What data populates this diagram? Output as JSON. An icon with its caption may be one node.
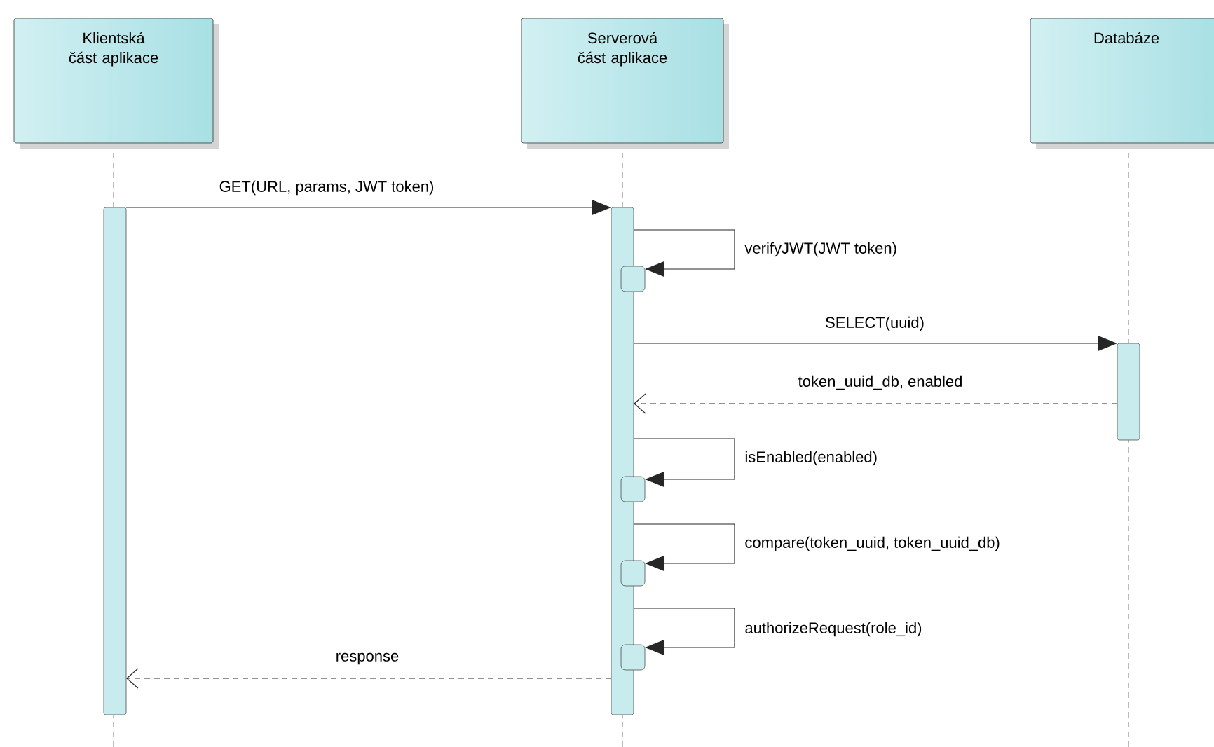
{
  "diagram": {
    "nodes": [
      {
        "text": [
          "Klientská část aplikace"
        ]
      },
      {
        "text": [
          "Serverová část aplikace"
        ]
      },
      {
        "text": [
          "Databáze"
        ]
      },
      {
        "text": [],
        "shape": "bar"
      },
      {
        "text": [],
        "shape": "bar"
      },
      {
        "text": [],
        "shape": "bar"
      },
      {
        "text": [],
        "shape": "box"
      },
      {
        "text": [],
        "shape": "box"
      },
      {
        "text": [],
        "shape": "box"
      },
      {
        "text": [],
        "shape": "box"
      }
    ],
    "edges": [
      {
        "from": 3,
        "to": 4,
        "arrow": "to",
        "label": "GET(URL, params, JWT token)"
      },
      {
        "from": 4,
        "to": 6,
        "arrow": "to",
        "label": "verifyJWT(JWT token)"
      },
      {
        "from": 4,
        "to": 5,
        "arrow": "to",
        "label": "SELECT(uuid)"
      },
      {
        "from": 5,
        "to": 4,
        "arrow": "to",
        "label": "token_uuid_db, enabled",
        "style": "dashed"
      },
      {
        "from": 4,
        "to": 7,
        "arrow": "to",
        "label": "isEnabled(enabled)"
      },
      {
        "from": 4,
        "to": 8,
        "arrow": "to",
        "label": "compare(token_uuid, token_uuid_db)"
      },
      {
        "from": 4,
        "to": 9,
        "arrow": "to",
        "label": "authorizeRequest(role_id)"
      },
      {
        "from": 4,
        "to": 3,
        "arrow": "to",
        "label": "response",
        "style": "dashed"
      }
    ]
  }
}
